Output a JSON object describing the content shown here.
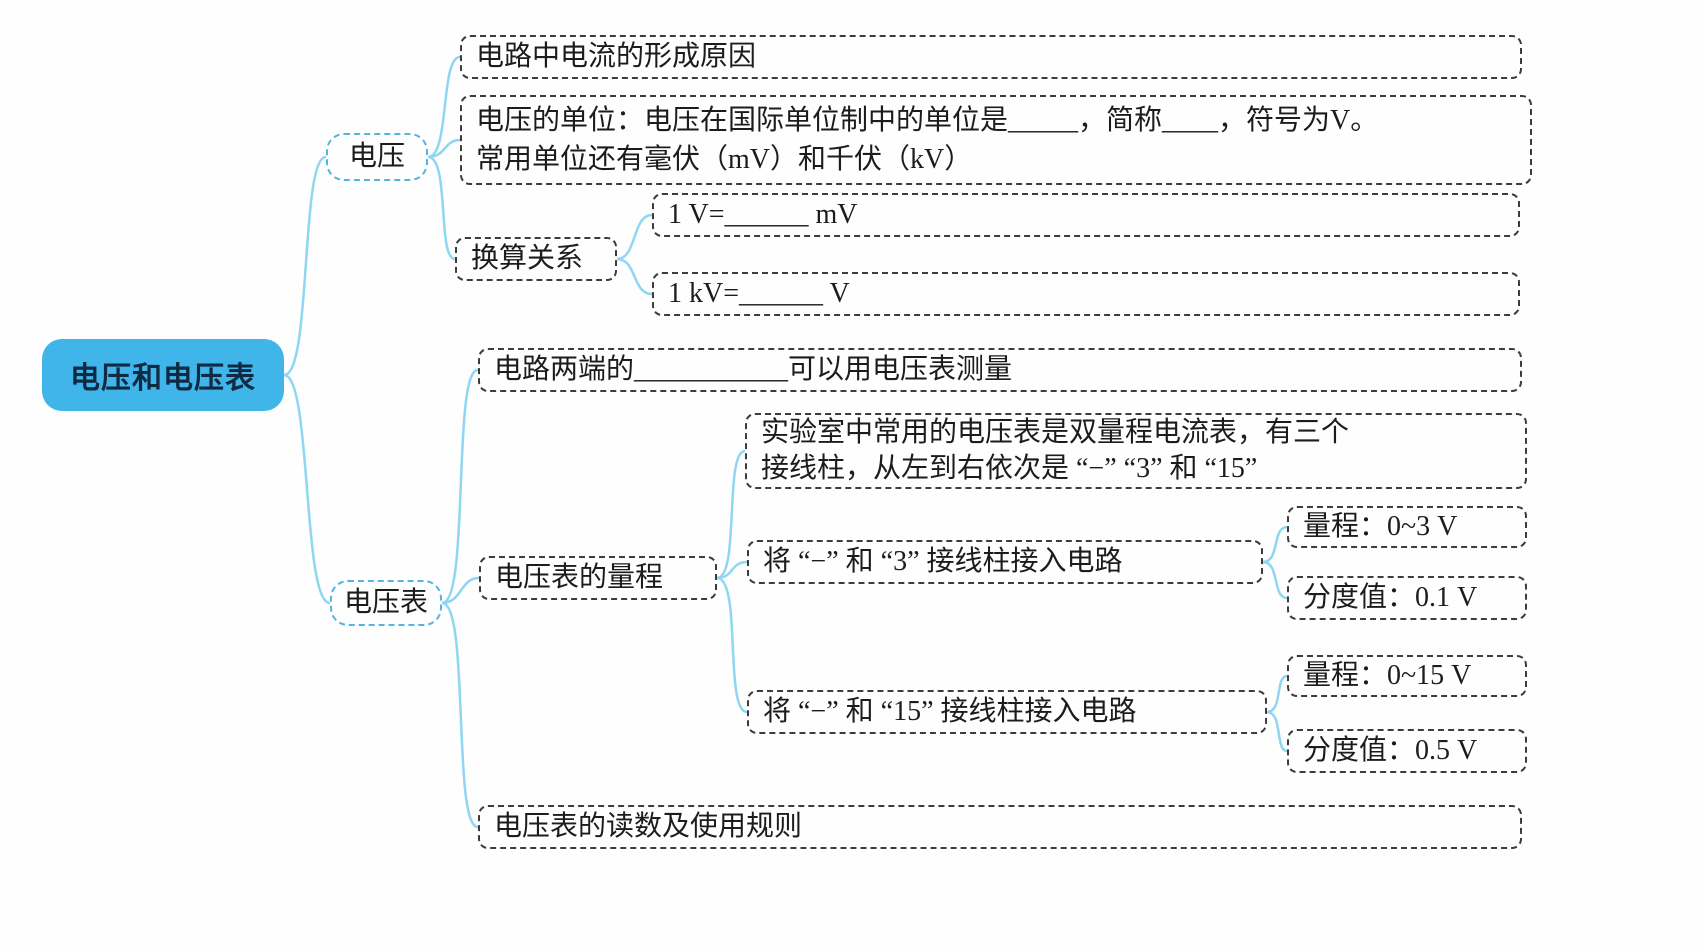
{
  "title": "电压和电压表",
  "colors": {
    "accent": "#3fb5e9",
    "connector": "#8fd6f2",
    "leaf-border": "#3c3c3c",
    "branch-border": "#53b4de",
    "text": "#1c1c1c"
  },
  "root": {
    "label": "电压和电压表"
  },
  "voltage": {
    "label": "电压",
    "cause": "电路中电流的形成原因",
    "unit_line1": "电压的单位：电压在国际单位制中的单位是_____，简称____，符号为V。",
    "unit_line2": "常用单位还有毫伏（mV）和千伏（kV）",
    "conversion": {
      "label": "换算关系",
      "to_mv": "1 V=______ mV",
      "to_v": "1 kV=______ V"
    }
  },
  "voltmeter": {
    "label": "电压表",
    "measure": "电路两端的___________可以用电压表测量",
    "range": {
      "label": "电压表的量程",
      "desc_line1": "实验室中常用的电压表是双量程电流表，有三个",
      "desc_line2": "接线柱，从左到右依次是 “−” “3” 和 “15”",
      "low": {
        "label": "将 “−” 和 “3” 接线柱接入电路",
        "range": "量程：0~3 V",
        "division": "分度值：0.1 V"
      },
      "high": {
        "label": "将 “−” 和 “15” 接线柱接入电路",
        "range": "量程：0~15 V",
        "division": "分度值：0.5 V"
      }
    },
    "rules": "电压表的读数及使用规则"
  }
}
